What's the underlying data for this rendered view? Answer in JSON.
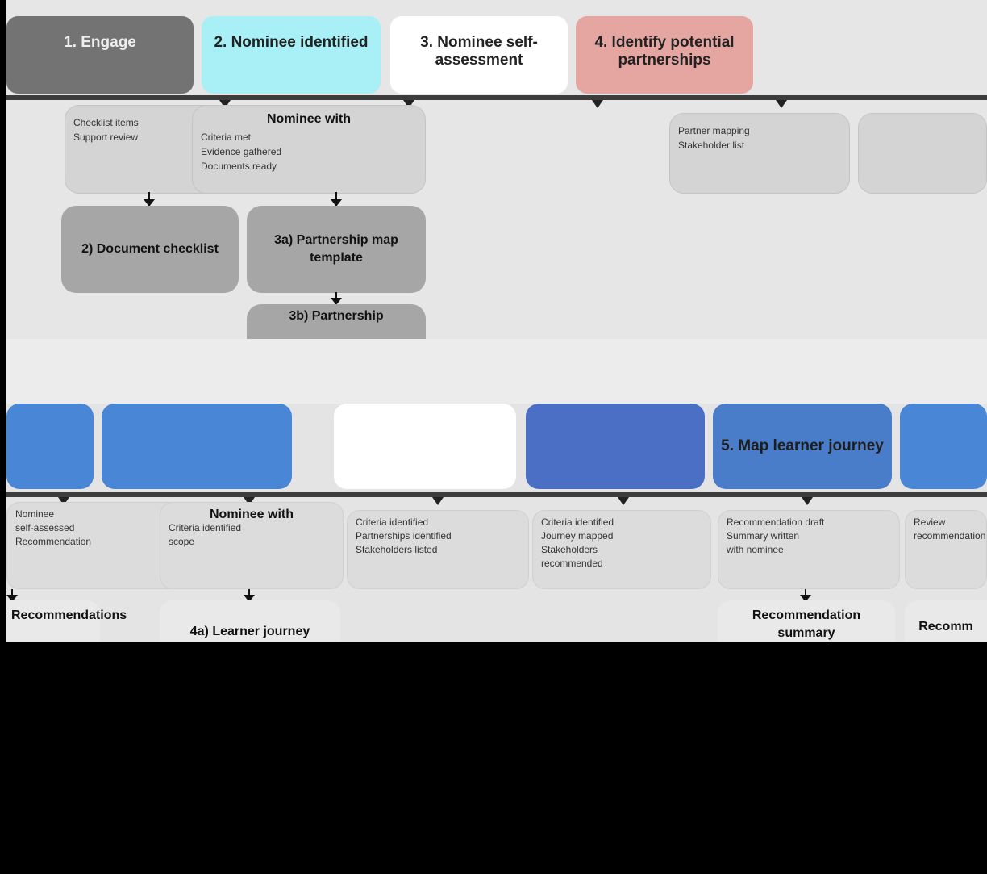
{
  "top_phases": [
    {
      "label": "1. Engage",
      "color": "#737373"
    },
    {
      "label": "2. Nominee identified",
      "color": "#a8f0f6"
    },
    {
      "label": "3. Nominee self-assessment",
      "color": "#ffffff"
    },
    {
      "label": "4. Identify potential partnerships",
      "color": "#e5a6a2"
    }
  ],
  "top_criteria": [
    {
      "title": "Nominee with",
      "lines": [
        "Criteria met",
        "Evidence gathered",
        "Documents ready"
      ]
    },
    {
      "title": "",
      "lines": [
        "Checklist items",
        "Support review"
      ]
    },
    {
      "title": "",
      "lines": [
        "Partner mapping",
        "Stakeholder list"
      ]
    }
  ],
  "top_docs": [
    {
      "label": "2) Document checklist"
    },
    {
      "label": "3a) Partnership map template"
    },
    {
      "label": "3b) Partnership"
    }
  ],
  "bottom_phases": [
    {
      "label": "",
      "color": "#4a86d6"
    },
    {
      "label": "",
      "color": "#4a86d6"
    },
    {
      "label": "",
      "color": "#ffffff"
    },
    {
      "label": "",
      "color": "#4a6fc4"
    },
    {
      "label": "5. Map learner journey",
      "color": "#4a7dc9"
    },
    {
      "label": "",
      "color": "#4a86d6"
    }
  ],
  "bottom_criteria": [
    {
      "title": "",
      "lines": [
        "Nominee",
        "self-assessed",
        "Recommendation"
      ]
    },
    {
      "title": "Nominee with",
      "lines": [
        "Criteria identified",
        "scope"
      ]
    },
    {
      "title": "",
      "lines": [
        "Criteria identified",
        "Partnerships identified",
        "Stakeholders listed"
      ]
    },
    {
      "title": "",
      "lines": [
        "Criteria identified",
        "Journey mapped",
        "Stakeholders",
        "recommended"
      ]
    },
    {
      "title": "",
      "lines": [
        "Recommendation draft",
        "Summary written",
        "with nominee"
      ]
    },
    {
      "title": "",
      "lines": [
        "Review",
        "recommendation"
      ]
    }
  ],
  "bottom_outputs": [
    {
      "label": "Recommendations"
    },
    {
      "label": "4a) Learner journey"
    },
    {
      "label": "Recommendation summary"
    },
    {
      "label": "Recomm"
    }
  ]
}
